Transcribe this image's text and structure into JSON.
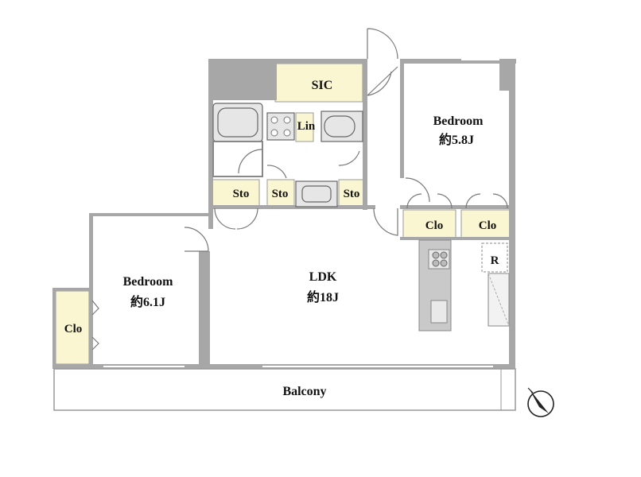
{
  "rooms": {
    "sic": "SIC",
    "lin": "Lin",
    "bedroom_right": {
      "name": "Bedroom",
      "size": "約5.8J"
    },
    "bedroom_left": {
      "name": "Bedroom",
      "size": "約6.1J"
    },
    "ldk": {
      "name": "LDK",
      "size": "約18J"
    },
    "sto_1": "Sto",
    "sto_2": "Sto",
    "sto_3": "Sto",
    "clo_right_1": "Clo",
    "clo_right_2": "Clo",
    "clo_left": "Clo",
    "fridge": "R",
    "balcony": "Balcony"
  },
  "colors": {
    "storage_fill": "#fbf6d2",
    "wall": "#a7a7a7",
    "stroke": "#888888"
  },
  "icons": [
    "compass-north-icon"
  ]
}
